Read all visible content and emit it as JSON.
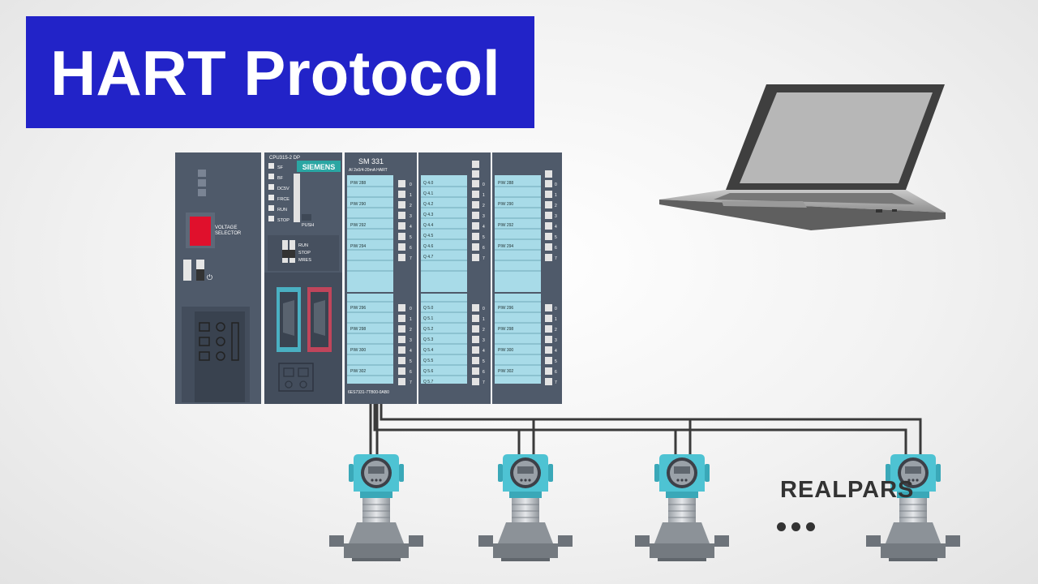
{
  "title": "HART Protocol",
  "colors": {
    "banner": "#2223c8",
    "module": "#4f5a6a",
    "slot": "#a8dbe8",
    "transmitter": "#4ec3d3"
  },
  "power_supply": {
    "labels": [
      "VOLTAGE",
      "SELECTOR"
    ],
    "power_symbol": "⏻"
  },
  "cpu": {
    "model": "CPU315-2 DP",
    "brand": "SIEMENS",
    "status_leds": [
      "SF",
      "BF",
      "DC5V",
      "FRCE",
      "RUN",
      "STOP"
    ],
    "push_label": "PUSH",
    "mode_labels": [
      "RUN",
      "STOP",
      "MRES"
    ]
  },
  "sm331": {
    "title": "SM 331",
    "subtitle": "AI 2x0/4-20mA HART",
    "slots_top": [
      "PIW 288",
      "PIW 290",
      "PIW 292",
      "PIW 294"
    ],
    "slots_bottom": [
      "PIW 296",
      "PIW 298",
      "PIW 300",
      "PIW 302"
    ],
    "order_number": "6ES7331-7TB00-0AB0"
  },
  "output_module": {
    "slots_top": [
      "Q 4.0",
      "Q 4.1",
      "Q 4.2",
      "Q 4.3",
      "Q 4.4",
      "Q 4.5",
      "Q 4.6",
      "Q 4.7"
    ],
    "slots_bottom": [
      "Q 5.0",
      "Q 5.1",
      "Q 5.2",
      "Q 5.3",
      "Q 5.4",
      "Q 5.5",
      "Q 5.6",
      "Q 5.7"
    ]
  },
  "analog_module_2": {
    "slots_top": [
      "PIW 288",
      "PIW 290",
      "PIW 292",
      "PIW 294"
    ],
    "slots_bottom": [
      "PIW 296",
      "PIW 298",
      "PIW 300",
      "PIW 302"
    ]
  },
  "channel_numbers": [
    "0",
    "1",
    "2",
    "3",
    "4",
    "5",
    "6",
    "7"
  ],
  "brand_logo": "REALPARS"
}
